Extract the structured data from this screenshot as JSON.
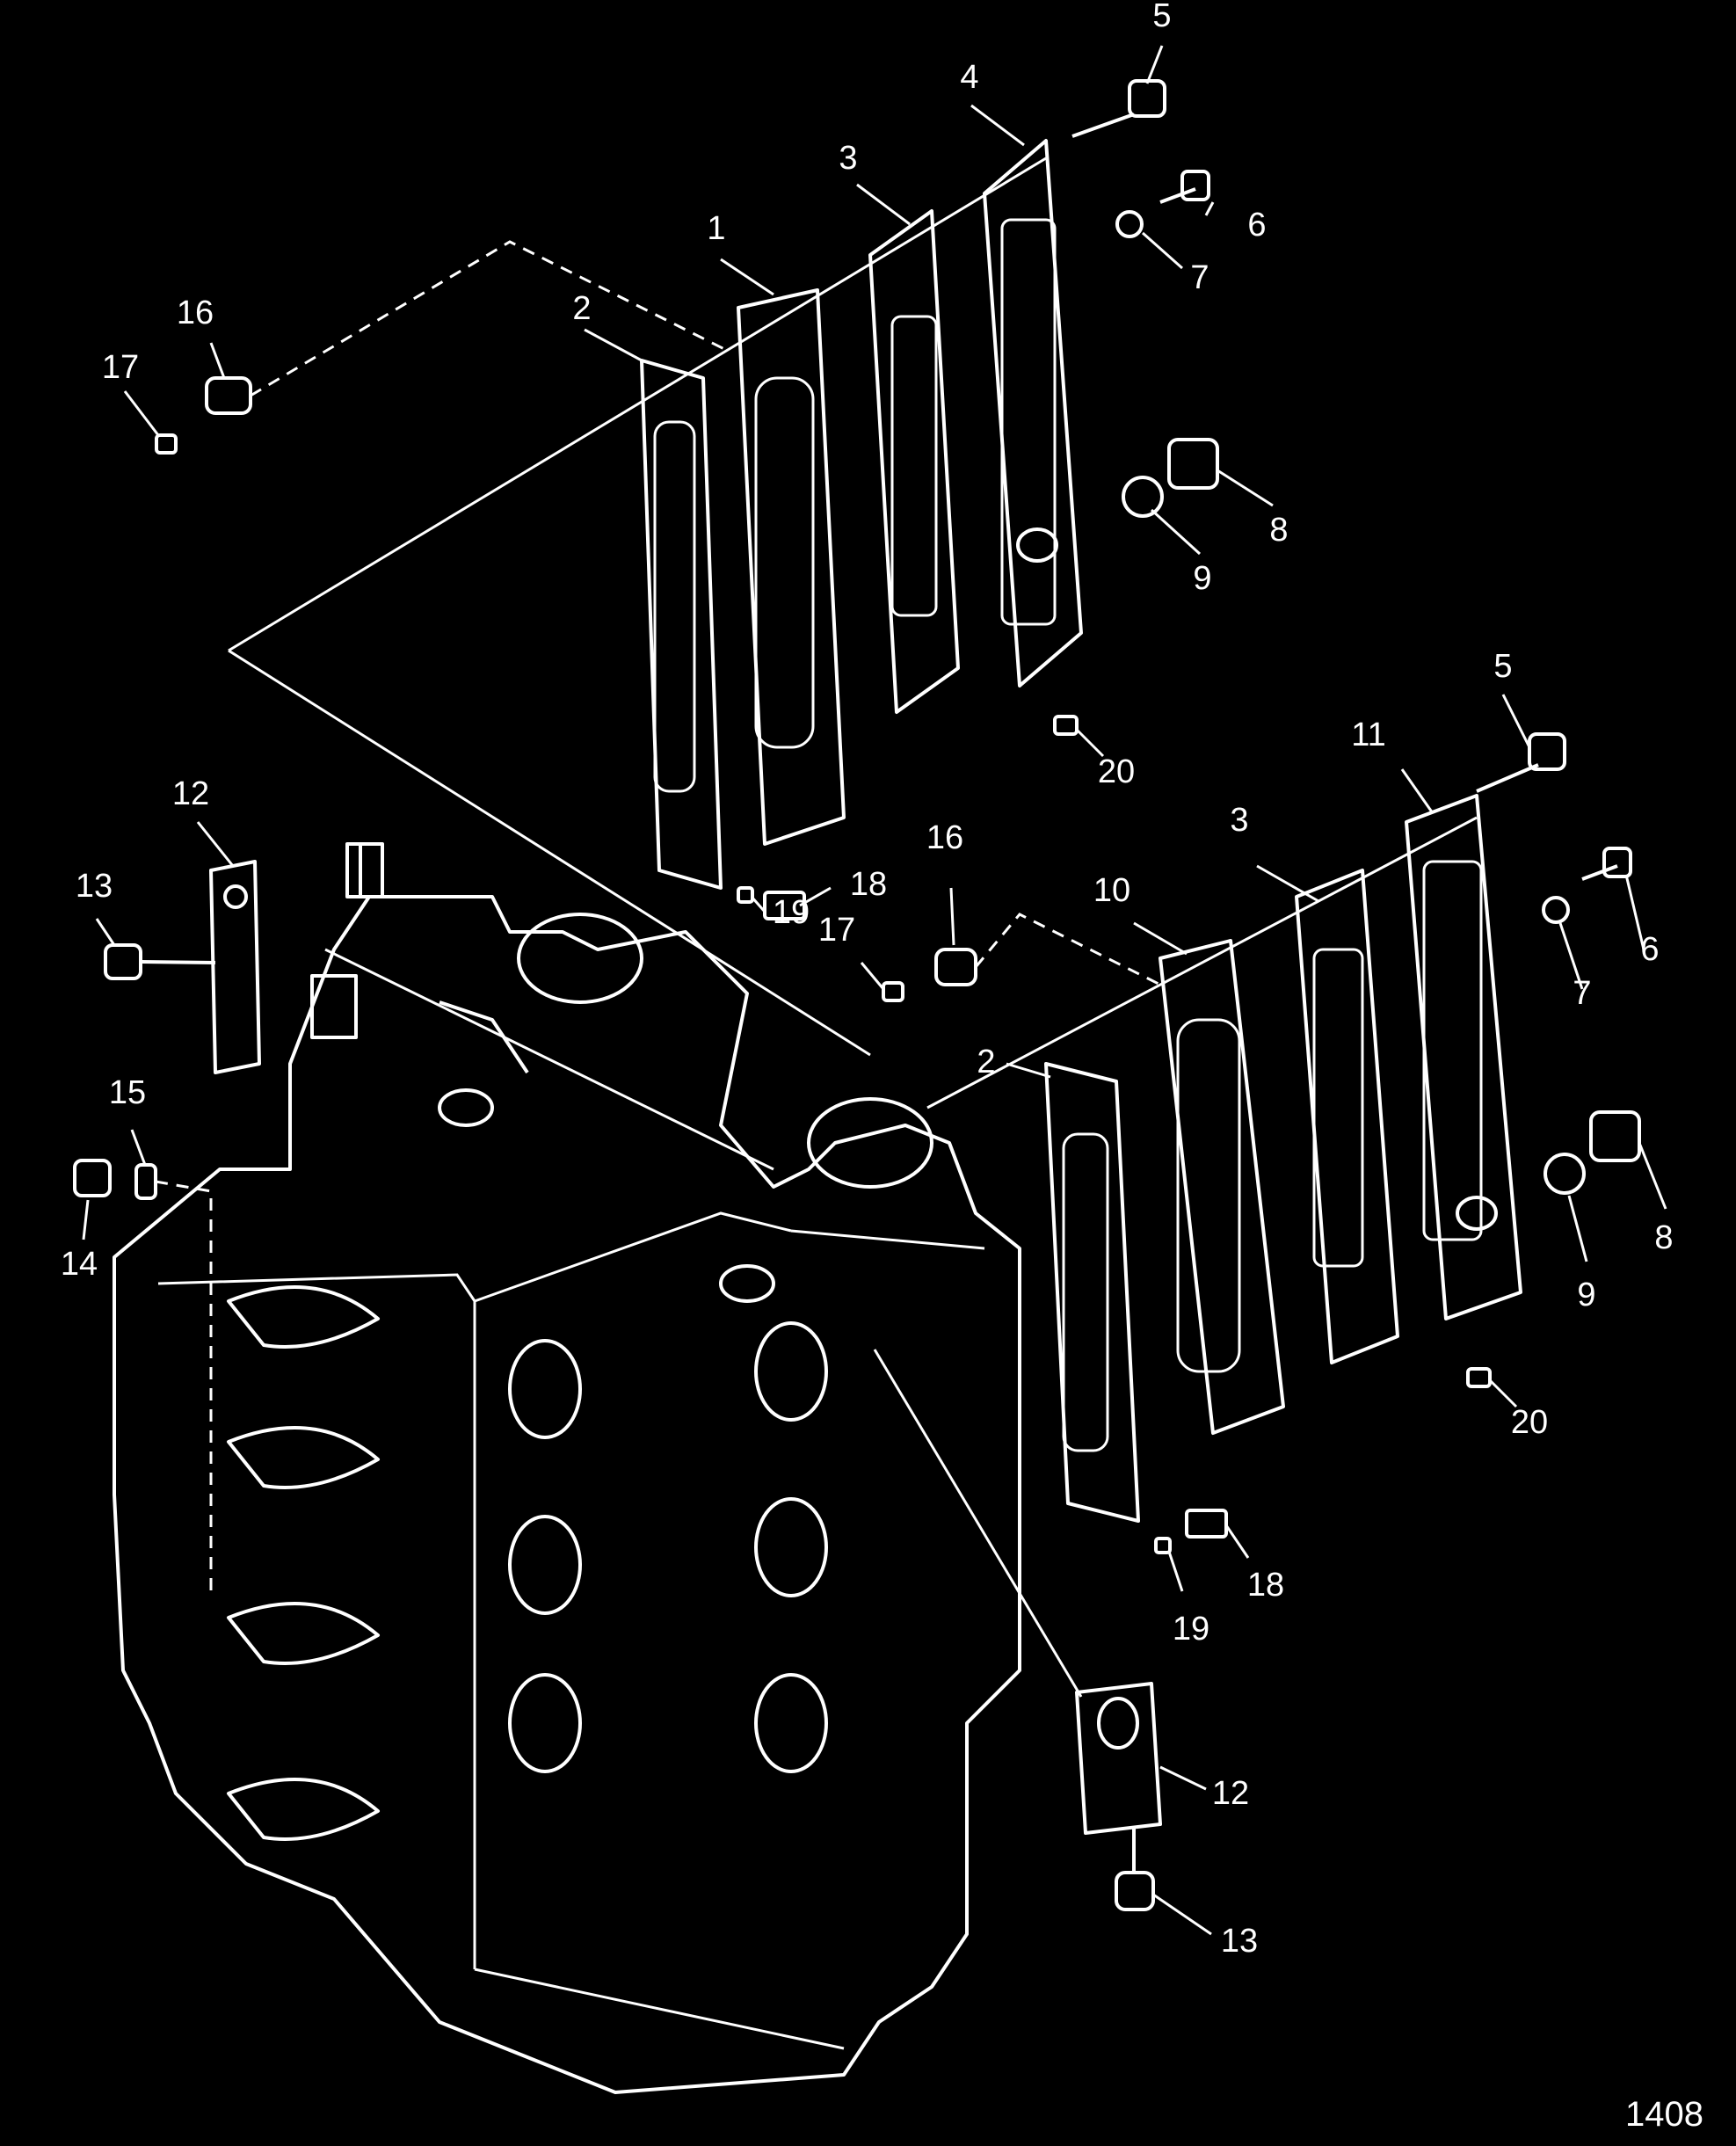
{
  "figure_number": "1408",
  "callouts": [
    {
      "id": "c-5a",
      "text": "5"
    },
    {
      "id": "c-4",
      "text": "4"
    },
    {
      "id": "c-3a",
      "text": "3"
    },
    {
      "id": "c-6a",
      "text": "6"
    },
    {
      "id": "c-1",
      "text": "1"
    },
    {
      "id": "c-7a",
      "text": "7"
    },
    {
      "id": "c-16a",
      "text": "16"
    },
    {
      "id": "c-2a",
      "text": "2"
    },
    {
      "id": "c-17a",
      "text": "17"
    },
    {
      "id": "c-8a",
      "text": "8"
    },
    {
      "id": "c-9a",
      "text": "9"
    },
    {
      "id": "c-20a",
      "text": "20"
    },
    {
      "id": "c-5b",
      "text": "5"
    },
    {
      "id": "c-11",
      "text": "11"
    },
    {
      "id": "c-12a",
      "text": "12"
    },
    {
      "id": "c-3b",
      "text": "3"
    },
    {
      "id": "c-16b",
      "text": "16"
    },
    {
      "id": "c-10",
      "text": "10"
    },
    {
      "id": "c-13a",
      "text": "13"
    },
    {
      "id": "c-18a",
      "text": "18"
    },
    {
      "id": "c-6b",
      "text": "6"
    },
    {
      "id": "c-19a",
      "text": "19"
    },
    {
      "id": "c-17b",
      "text": "17"
    },
    {
      "id": "c-7b",
      "text": "7"
    },
    {
      "id": "c-2b",
      "text": "2"
    },
    {
      "id": "c-15",
      "text": "15"
    },
    {
      "id": "c-14",
      "text": "14"
    },
    {
      "id": "c-8b",
      "text": "8"
    },
    {
      "id": "c-9b",
      "text": "9"
    },
    {
      "id": "c-20b",
      "text": "20"
    },
    {
      "id": "c-18b",
      "text": "18"
    },
    {
      "id": "c-19b",
      "text": "19"
    },
    {
      "id": "c-12b",
      "text": "12"
    },
    {
      "id": "c-13b",
      "text": "13"
    }
  ]
}
